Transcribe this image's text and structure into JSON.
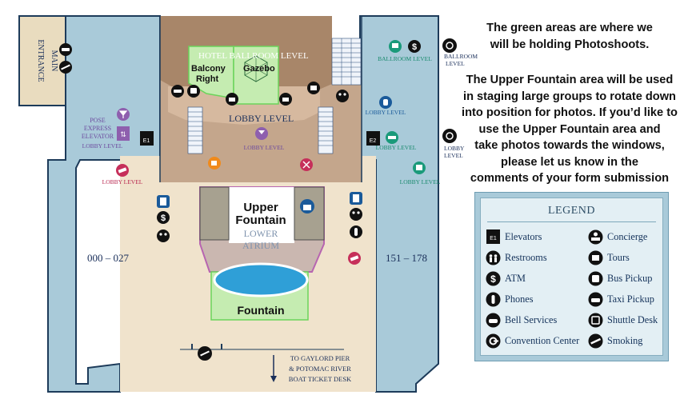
{
  "map": {
    "ballroom_level_title": "HOTEL BALLROOM LEVEL",
    "lobby_level_title": "LOBBY LEVEL",
    "lower_atrium": [
      "LOWER",
      "ATRIUM"
    ],
    "upper_fountain": [
      "Upper",
      "Fountain"
    ],
    "fountain": "Fountain",
    "balcony_right": [
      "Balcony",
      "Right"
    ],
    "gazebo": "Gazebo",
    "main_entrance": [
      "MAIN",
      "ENTRANCE"
    ],
    "rooms_left": "000 – 027",
    "rooms_right": "151 – 178",
    "pose_elevator": [
      "POSE",
      "EXPRESS",
      "ELEVATOR"
    ],
    "ballroom_level_small": "BALLROOM LEVEL",
    "lobby_level_small": "LOBBY LEVEL",
    "gaylord_note": [
      "TO GAYLORD PIER",
      "& POTOMAC RIVER",
      "BOAT TICKET DESK"
    ],
    "side_ballroom": [
      "BALLROOM",
      "LEVEL"
    ],
    "side_lobby": [
      "LOBBY",
      "LEVEL"
    ],
    "elevator_codes": [
      "E1",
      "E2"
    ]
  },
  "info": [
    "The green areas are where we",
    "will be holding Photoshoots.",
    "The Upper Fountain area will be used",
    "in staging large groups to rotate down",
    "into position for photos. If you’d like to",
    "use the Upper Fountain area and",
    "take photos towards the windows,",
    "please let us know in the",
    "comments of your form submission"
  ],
  "legend": {
    "title": "LEGEND",
    "left": [
      "Elevators",
      "Restrooms",
      "ATM",
      "Phones",
      "Bell Services",
      "Convention Center"
    ],
    "right": [
      "Concierge",
      "Tours",
      "Bus Pickup",
      "Taxi Pickup",
      "Shuttle Desk",
      "Smoking"
    ]
  },
  "colors": {
    "blue_wing": "#a9cad9",
    "brown_ballroom": "#a88669",
    "tan_lobby": "#c4a68c",
    "atrium_floor": "#f0e3cc",
    "photo_green": "#c5ecb1",
    "photo_border": "#6bd45b",
    "upper_fountain_border": "#b765b0",
    "water": "#2f9fd7",
    "navy": "#1a2f5a"
  }
}
